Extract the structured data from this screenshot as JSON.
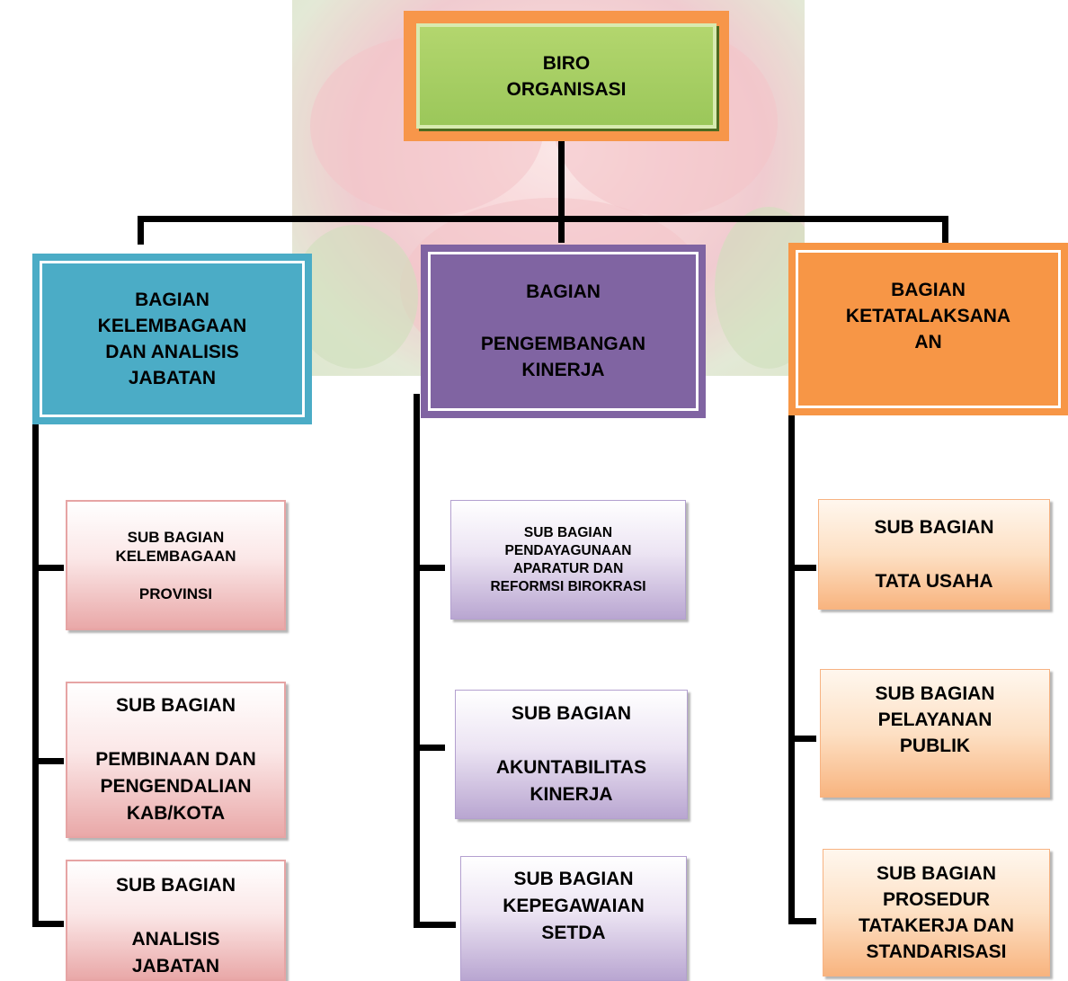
{
  "top": {
    "line1": "BIRO",
    "line2": "ORGANISASI"
  },
  "departments": [
    {
      "title": "BAGIAN\nKELEMBAGAAN\nDAN ANALISIS\nJABATAN",
      "subs": [
        "SUB BAGIAN\nKELEMBAGAAN\n\nPROVINSI",
        "SUB BAGIAN\n\nPEMBINAAN DAN\nPENGENDALIAN\nKAB/KOTA",
        "SUB BAGIAN\n\nANALISIS\nJABATAN"
      ]
    },
    {
      "title": "BAGIAN\n\nPENGEMBANGAN\nKINERJA",
      "subs": [
        "SUB BAGIAN\nPENDAYAGUNAAN\nAPARATUR  DAN\nREFORMSI BIROKRASI",
        "SUB BAGIAN\n\nAKUNTABILITAS\nKINERJA",
        "SUB BAGIAN\nKEPEGAWAIAN\nSETDA"
      ]
    },
    {
      "title": "BAGIAN\nKETATALAKSANA\nAN",
      "subs": [
        "SUB BAGIAN\n\nTATA USAHA",
        "SUB BAGIAN\nPELAYANAN\nPUBLIK",
        "SUB BAGIAN\nPROSEDUR\nTATAKERJA DAN\nSTANDARISASI"
      ]
    }
  ],
  "colors": {
    "top_border": "#f7964a",
    "top_fill": "#9bc75a",
    "teal": "#4bacc6",
    "purple": "#8064a2",
    "orange": "#f79646"
  }
}
